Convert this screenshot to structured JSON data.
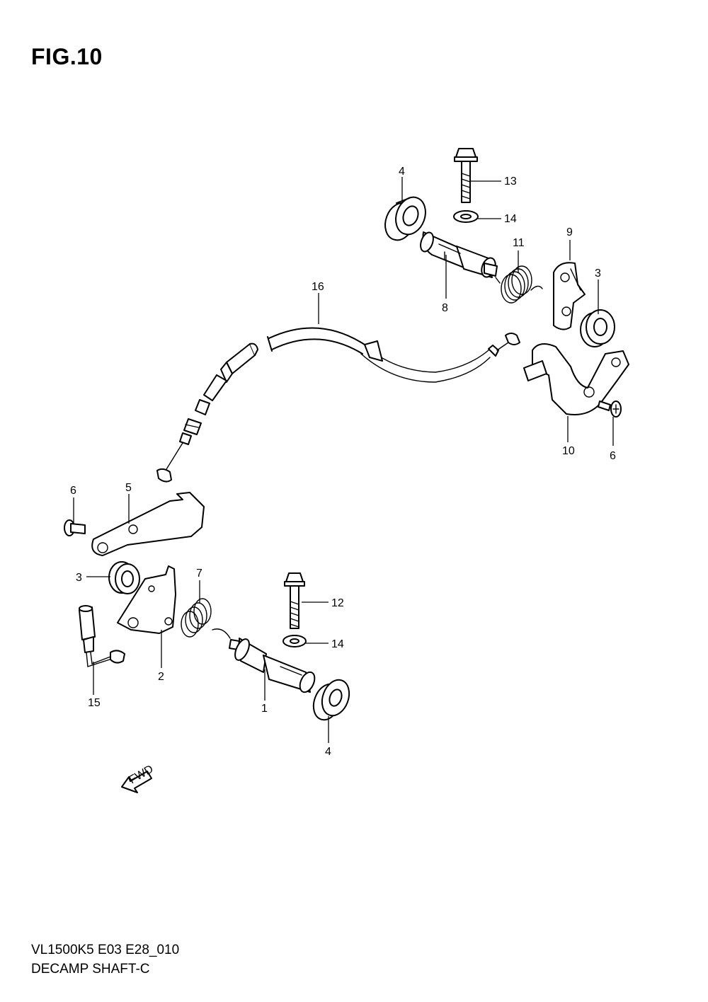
{
  "figure": {
    "title": "FIG.10"
  },
  "footer": {
    "model_code": "VL1500K5 E03 E28_010",
    "section_name": "DECAMP SHAFT-C"
  },
  "fwd_arrow": {
    "label": "FWD"
  },
  "callouts": {
    "c1": "1",
    "c2": "2",
    "c3a": "3",
    "c3b": "3",
    "c4a": "4",
    "c4b": "4",
    "c5": "5",
    "c6a": "6",
    "c6b": "6",
    "c7": "7",
    "c8": "8",
    "c9": "9",
    "c10": "10",
    "c11": "11",
    "c12": "12",
    "c13": "13",
    "c14a": "14",
    "c14b": "14",
    "c15": "15",
    "c16": "16"
  }
}
